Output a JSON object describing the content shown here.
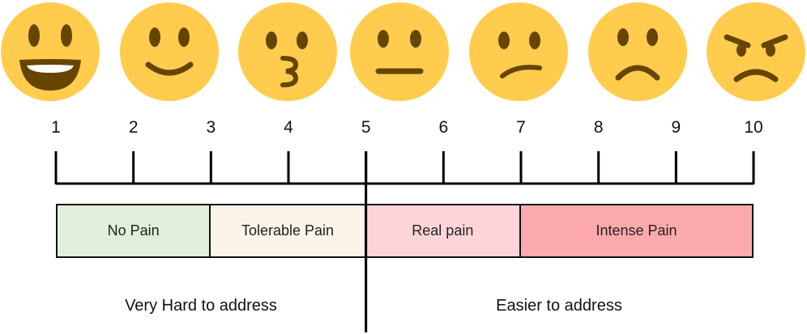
{
  "faces": [
    {
      "icon": "grinning-face-icon",
      "color": "#FFCC4D"
    },
    {
      "icon": "smiling-face-icon",
      "color": "#FFCC4D"
    },
    {
      "icon": "kissing-face-icon",
      "color": "#FFCC4D"
    },
    {
      "icon": "neutral-face-icon",
      "color": "#FFCC4D"
    },
    {
      "icon": "confused-face-icon",
      "color": "#FFCC4D"
    },
    {
      "icon": "frowning-face-icon",
      "color": "#FFCC4D"
    },
    {
      "icon": "angry-face-icon",
      "color": "#FFCC4D"
    }
  ],
  "scale": {
    "ticks": [
      "1",
      "2",
      "3",
      "4",
      "5",
      "6",
      "7",
      "8",
      "9",
      "10"
    ],
    "divider_value": 5
  },
  "bands": [
    {
      "label": "No Pain",
      "from": 1,
      "to": 3,
      "color": "#E0EFD9"
    },
    {
      "label": "Tolerable Pain",
      "from": 3,
      "to": 5,
      "color": "#FCF3E9"
    },
    {
      "label": "Real pain",
      "from": 5,
      "to": 7,
      "color": "#FDD5D8"
    },
    {
      "label": "Intense Pain",
      "from": 7,
      "to": 10,
      "color": "#FDAAAF"
    }
  ],
  "captions": {
    "left": "Very Hard to address",
    "right": "Easier to address"
  },
  "colors": {
    "face": "#FFCC4D",
    "feature": "#664500",
    "line": "#000000"
  }
}
